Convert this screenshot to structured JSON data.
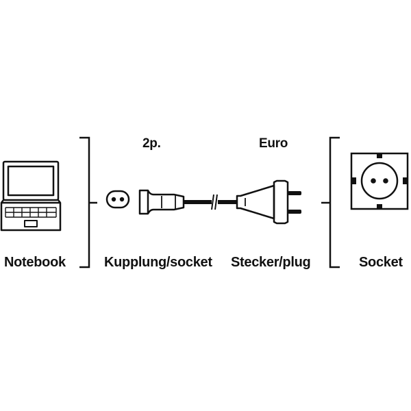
{
  "labels": {
    "notebook": "Notebook",
    "coupling": "Kupplung/socket",
    "plug": "Stecker/plug",
    "socket": "Socket",
    "pin_count": "2p.",
    "plug_type": "Euro"
  },
  "colors": {
    "ink": "#111111",
    "background": "#ffffff"
  },
  "icons": {
    "notebook": "laptop-icon",
    "coupling_face": "two-pin-coupling-face-icon",
    "coupling": "iec-c7-connector-icon",
    "cable": "cable",
    "plug": "euro-plug-icon",
    "socket": "wall-socket-icon"
  }
}
